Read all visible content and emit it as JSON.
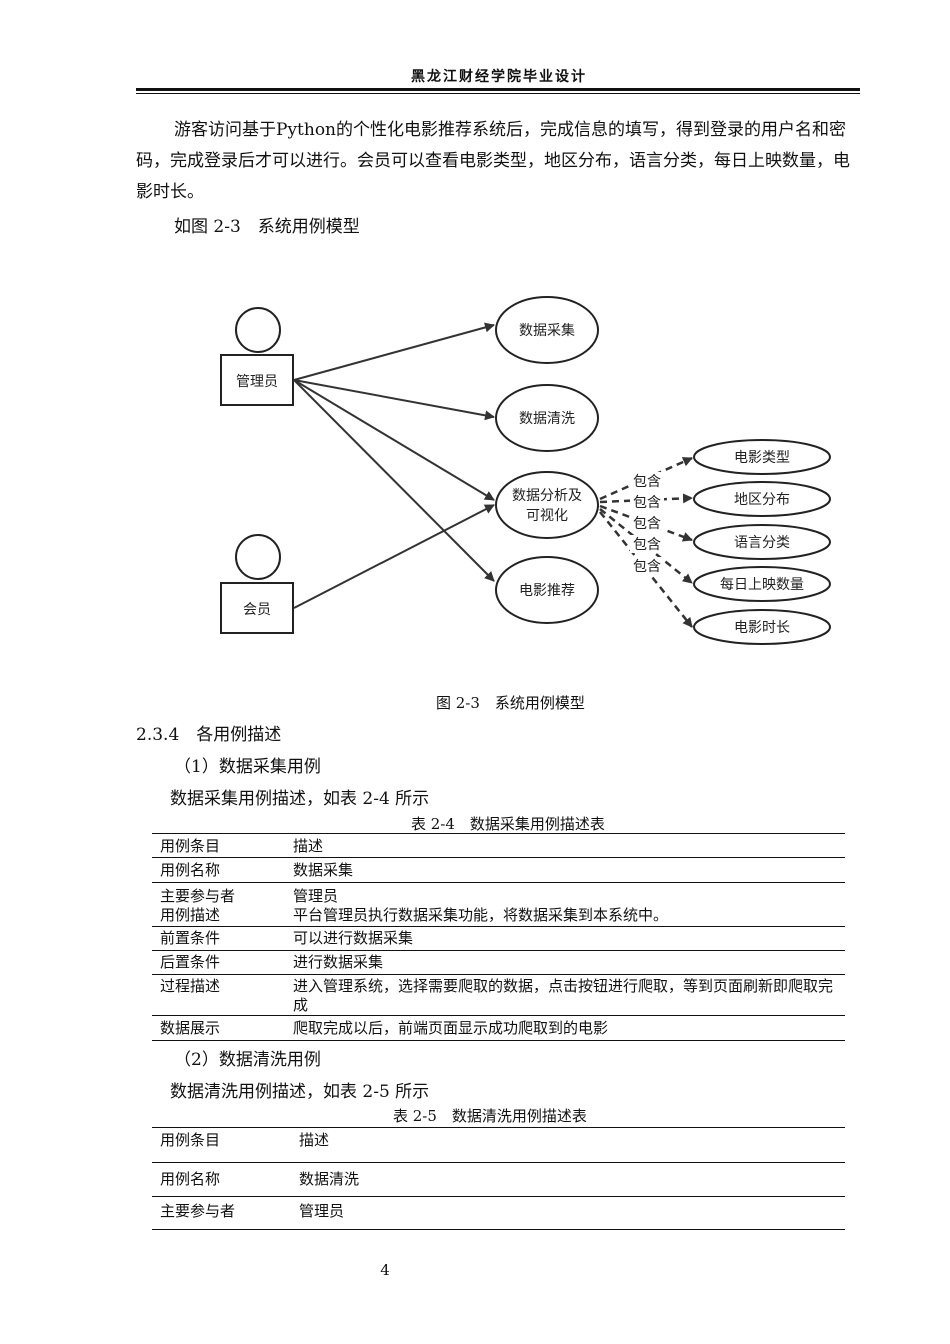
{
  "header": {
    "title": "黑龙江财经学院毕业设计"
  },
  "intro": {
    "paragraph": "游客访问基于Python的个性化电影推荐系统后，完成信息的填写，得到登录的用户名和密码，完成登录后才可以进行。会员可以查看电影类型，地区分布，语言分类，每日上映数量，电影时长。",
    "figure_ref": "如图 2-3　系统用例模型"
  },
  "diagram": {
    "actors": [
      "管理员",
      "会员"
    ],
    "use_cases": [
      "数据采集",
      "数据清洗",
      "数据分析及",
      "可视化",
      "电影推荐"
    ],
    "included": [
      "电影类型",
      "地区分布",
      "语言分类",
      "每日上映数量",
      "电影时长"
    ],
    "include_label": "包含"
  },
  "figure_caption": "图 2-3　系统用例模型",
  "section": {
    "heading": "2.3.4　各用例描述"
  },
  "sub1": {
    "title": "（1）数据采集用例",
    "lead": "数据采集用例描述，如表 2-4 所示",
    "table_caption": "表 2-4　数据采集用例描述表",
    "rows": [
      {
        "k": "用例条目",
        "v": "描述"
      },
      {
        "k": "用例名称",
        "v": "数据采集"
      },
      {
        "k": "主要参与者",
        "v": "管理员"
      },
      {
        "k": "用例描述",
        "v": "平台管理员执行数据采集功能，将数据采集到本系统中。"
      },
      {
        "k": "前置条件",
        "v": "可以进行数据采集"
      },
      {
        "k": "后置条件",
        "v": "进行数据采集"
      },
      {
        "k": "过程描述",
        "v": "进入管理系统，选择需要爬取的数据，点击按钮进行爬取，等到页面刷新即爬取完成"
      },
      {
        "k": "数据展示",
        "v": "爬取完成以后，前端页面显示成功爬取到的电影"
      }
    ]
  },
  "sub2": {
    "title": "（2）数据清洗用例",
    "lead": "数据清洗用例描述，如表 2-5 所示",
    "table_caption": "表 2-5　数据清洗用例描述表",
    "rows": [
      {
        "k": "用例条目",
        "v": "描述"
      },
      {
        "k": "用例名称",
        "v": "数据清洗"
      },
      {
        "k": "主要参与者",
        "v": "管理员"
      }
    ]
  },
  "page_number": "4"
}
